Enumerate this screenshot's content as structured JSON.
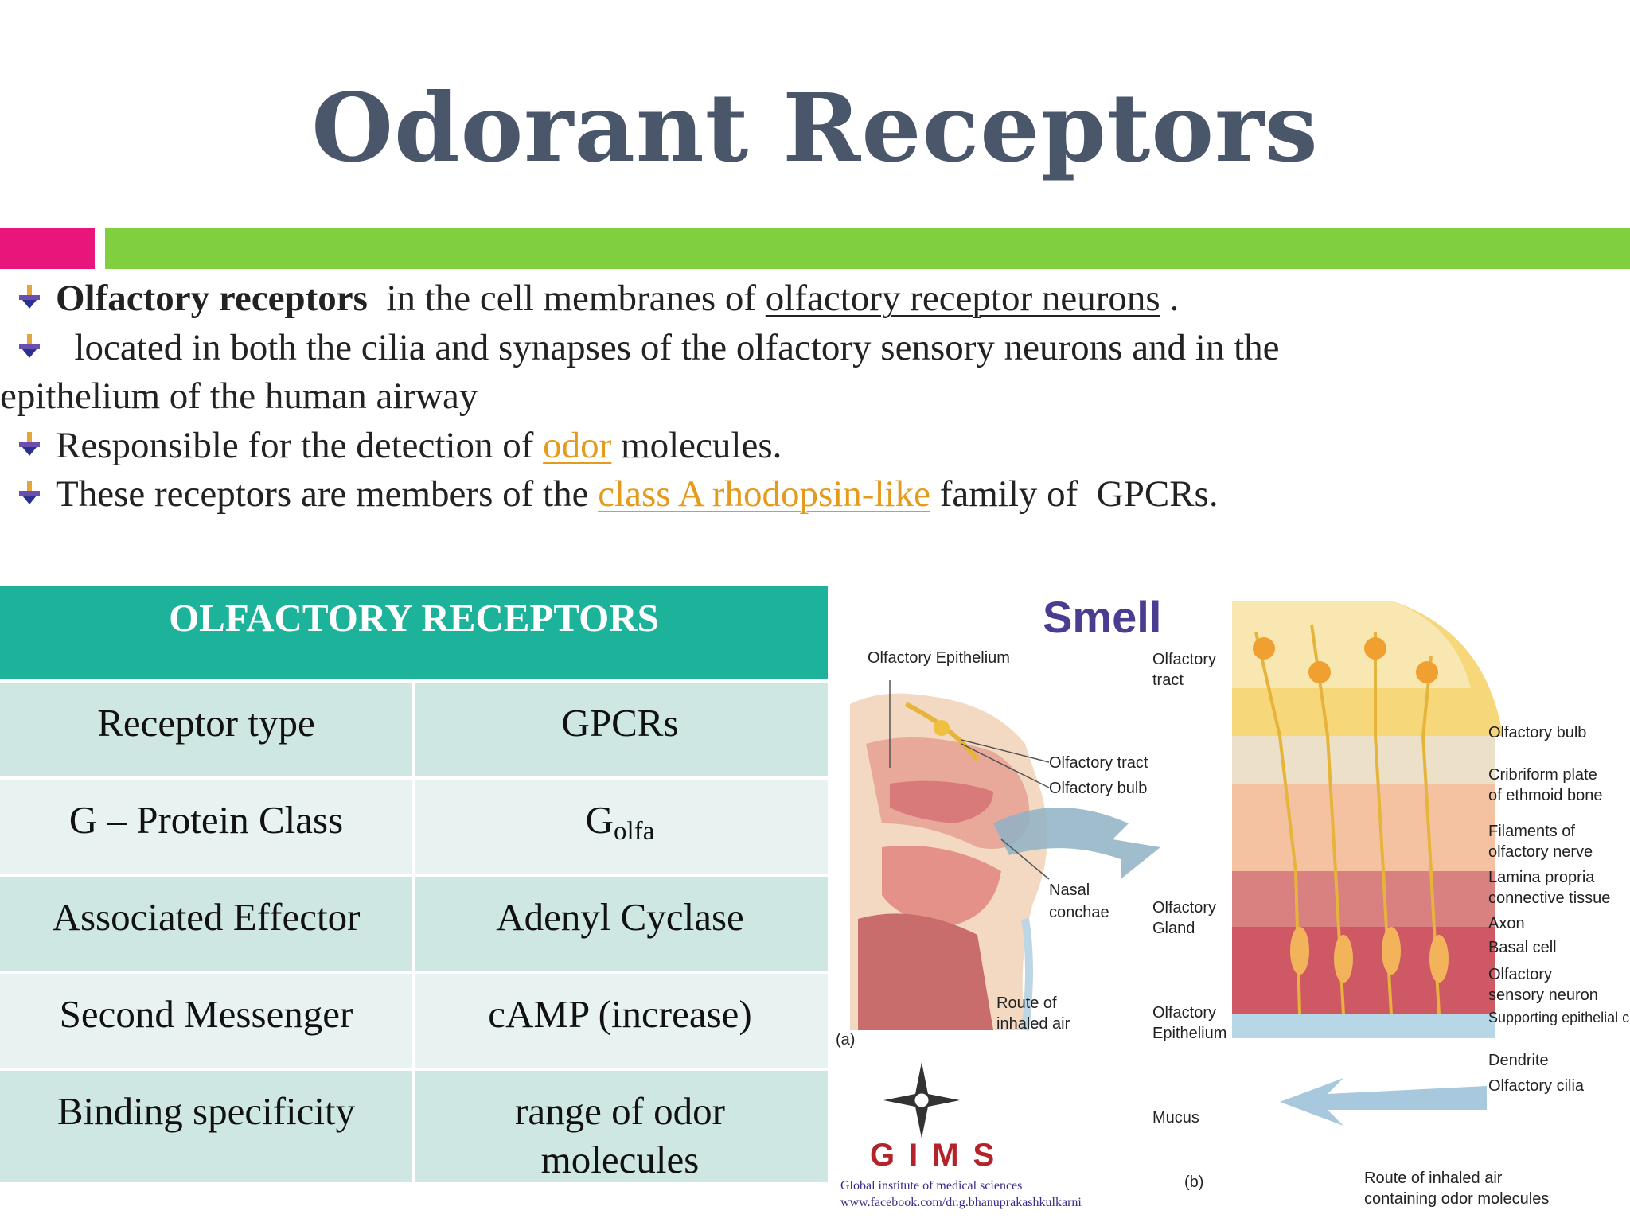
{
  "title": "Odorant Receptors",
  "bullets": {
    "b1": {
      "bold": "Olfactory receptors",
      "pre": "  in the cell membranes of ",
      "link": "olfactory receptor neurons",
      "post": " ."
    },
    "b2": {
      "text": "  located in both the cilia and synapses of the olfactory sensory neurons and in the",
      "cont": "epithelium of the human airway"
    },
    "b3": {
      "pre": "Responsible for the detection of ",
      "link": "odor",
      "post": " molecules."
    },
    "b4": {
      "pre": "These receptors are members of the ",
      "link": "class A rhodopsin-like",
      "post": " family of  GPCRs."
    }
  },
  "table": {
    "header": "OLFACTORY RECEPTORS",
    "rows": [
      {
        "label": "Receptor type",
        "value": "GPCRs"
      },
      {
        "label": "G – Protein Class",
        "value_main": "G",
        "value_sub": "olfa"
      },
      {
        "label": "Associated Effector",
        "value": "Adenyl Cyclase"
      },
      {
        "label": "Second Messenger",
        "value": "cAMP (increase)"
      },
      {
        "label": "Binding specificity",
        "value_l1": "range of odor",
        "value_l2": "molecules"
      }
    ]
  },
  "figure": {
    "title": "Smell",
    "labels": {
      "olf_epith": "Olfactory Epithelium",
      "olf_tract_a": "Olfactory tract",
      "olf_bulb_a": "Olfactory bulb",
      "nasal_1": "Nasal",
      "nasal_2": "conchae",
      "route_1": "Route of",
      "route_2": "inhaled air",
      "a": "(a)",
      "tract_1": "Olfactory",
      "tract_2": "tract",
      "gland_1": "Olfactory",
      "gland_2": "Gland",
      "epi_1": "Olfactory",
      "epi_2": "Epithelium",
      "mucus": "Mucus",
      "b": "(b)",
      "bulb": "Olfactory bulb",
      "crib_1": "Cribriform plate",
      "crib_2": "of ethmoid bone",
      "fil_1": "Filaments of",
      "fil_2": "olfactory nerve",
      "lam_1": "Lamina propria",
      "lam_2": "connective tissue",
      "axon": "Axon",
      "basal": "Basal cell",
      "osn_1": "Olfactory",
      "osn_2": "sensory neuron",
      "support": "Supporting epithelial cell",
      "dendrite": "Dendrite",
      "cilia": "Olfactory cilia",
      "route_b1": "Route of inhaled air",
      "route_b2": "containing odor molecules"
    },
    "logo": {
      "text": "GIMS",
      "line1": "Global institute of medical sciences",
      "line2": "www.facebook.com/dr.g.bhanuprakashkulkarni"
    }
  }
}
